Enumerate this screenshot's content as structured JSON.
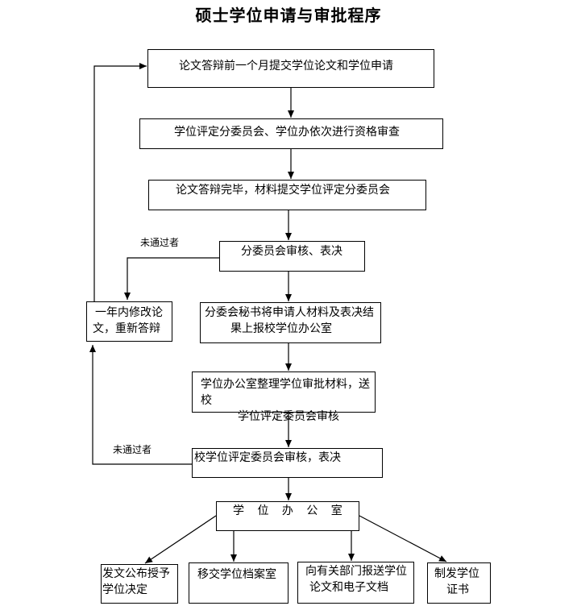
{
  "title": "硕士学位申请与审批程序",
  "steps": {
    "s1": "论文答辩前一个月提交学位论文和学位申请",
    "s2": "学位评定分委员会、学位办依次进行资格审查",
    "s3": "论文答辩完毕，材料提交学位评定分委员会",
    "s4": "分委员会审核、表决",
    "s5_line1": "分委会秘书将申请人材料及表决结",
    "s5_line2": "果上报校学位办公室",
    "s6_line1": "学位办公室整理学位审批材料，送校",
    "s6_line2": "学位评定委员会审核",
    "s7": "校学位评定委员会审核，表决",
    "s8": "学 位 办 公 室"
  },
  "revise": {
    "line1": "一年内修改论",
    "line2": "文，重新答辩"
  },
  "notes": {
    "fail1": "未通过者",
    "fail2": "未通过者"
  },
  "outputs": {
    "o1_line1": "发文公布授予",
    "o1_line2": "学位决定",
    "o2": "移交学位档案室",
    "o3_line1": "向有关部门报送学位",
    "o3_line2": "论文和电子文档",
    "o4_line1": "制发学位",
    "o4_line2": "证书"
  }
}
